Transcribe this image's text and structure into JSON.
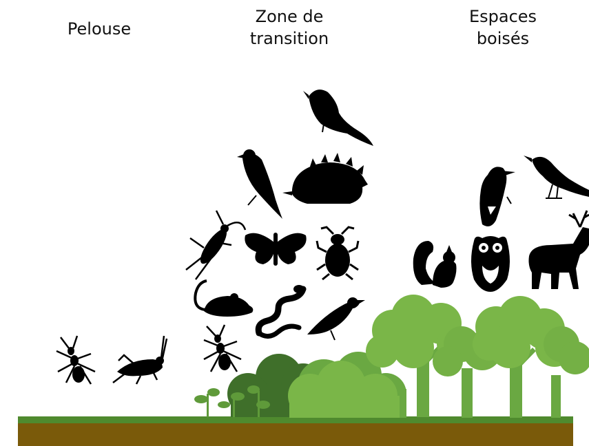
{
  "zones": [
    {
      "id": "pelouse",
      "title": "Pelouse"
    },
    {
      "id": "transition",
      "title": "Zone de\ntransition"
    },
    {
      "id": "boises",
      "title": "Espaces\nboisés"
    }
  ],
  "colors": {
    "ground": "#7a5a0a",
    "grass": "#4f8a2e",
    "tree_light": "#7ab648",
    "tree_mid": "#5f9a3a",
    "tree_dark": "#3f6f2a",
    "animal": "#000000"
  },
  "animals": {
    "pelouse": [
      "ant-icon",
      "grasshopper-icon"
    ],
    "transition": [
      "ant-icon",
      "rat-icon",
      "snake-icon",
      "bird-icon",
      "cricket-icon",
      "butterfly-icon",
      "beetle-icon",
      "swallow-icon",
      "hedgehog-icon",
      "wagtail-icon"
    ],
    "boises": [
      "squirrel-icon",
      "owl-icon",
      "deer-icon",
      "woodpecker-icon",
      "magpie-icon"
    ]
  }
}
